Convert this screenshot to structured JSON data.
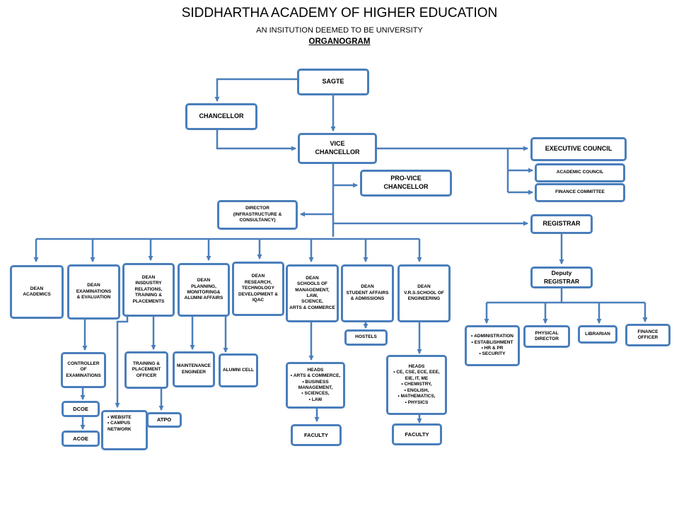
{
  "header": {
    "title": "SIDDHARTHA ACADEMY OF HIGHER EDUCATION",
    "subtitle": "AN INSITUTION DEEMED TO BE UNIVERSITY",
    "label": "ORGANOGRAM"
  },
  "nodes": {
    "sagte": "SAGTE",
    "chancellor": "CHANCELLOR",
    "vice_chancellor": "VICE\nCHANCELLOR",
    "executive_council": "EXECUTIVE  COUNCIL",
    "academic_council": "ACADEMIC  COUNCIL",
    "finance_committee": "FINANCE  COMMITTEE",
    "pro_vice_chancellor": "PRO-VICE\nCHANCELLOR",
    "director_infra": "DIRECTOR\n(INFRASTRUCTURE &\nCONSULTANCY)",
    "registrar": "REGISTRAR",
    "deputy_registrar": "Deputy\nREGISTRAR",
    "dean_academics": "DEAN\nACADEMICS",
    "dean_exams": "DEAN\nEXAMINATIONS\n& EVALUATION",
    "dean_industry": "DEAN\nINSDUSTRY\nRELATIONS,\nTRAINING  &\nPLACEMENTS",
    "dean_planning": "DEAN\nPLANNING,\nMONITORING&\nALUMNI  AFFAIRS",
    "dean_research": "DEAN\nRESEARCH,\nTECHNOLOGY\nDEVELOPMENT  &\nIQAC",
    "dean_schools": "DEAN\nSCHOOLS OF\nMANAGEMENT,\nLAW,\nSCIENCE,\nARTS & COMMERCE",
    "dean_student": "DEAN\nSTUDENT  AFFAIRS\n& ADMISSIONS",
    "dean_vrs": "DEAN\nV.R.S.SCHOOL OF\nENGINEERING",
    "hostels": "HOSTELS",
    "controller_exams": "CONTROLLER\nOF\nEXAMINATIONS",
    "dcoe": "DCOE",
    "acoe": "ACOE",
    "tpo": "TRAINING &\nPLACEMENT\nOFFICER",
    "atpo": "ATPO",
    "maintenance_engineer": "MAINTENANCE\nENGINEER",
    "alumni_cell": "ALUMNI  CELL",
    "physical_director": "PHYSICAL\nDIRECTOR",
    "librarian": "LIBRARIAN",
    "finance_officer": "FINANCE\nOFFICER",
    "faculty_1": "FACULTY",
    "faculty_2": "FACULTY"
  },
  "lists": {
    "website_network": [
      "WEBSITE",
      "CAMPUS NETWORK"
    ],
    "administration": [
      "ADMINISTRATION",
      "ESTABLISHMENT",
      "HR & PR",
      "SECURITY"
    ],
    "heads_1_title": "HEADS",
    "heads_1": [
      "ARTS & COMMERCE,",
      "BUSINESS MANAGEMENT,",
      "SCIENCES,",
      "LAW"
    ],
    "heads_2_title": "HEADS",
    "heads_2_line": "CE,  CSE,  ECE,  EEE,\nEIE,  IT,  ME",
    "heads_2": [
      "CHEMISTRY,",
      "ENGLISH,",
      "MATHEMATICS,",
      "PHYSICS"
    ]
  },
  "colors": {
    "box_border": "#4a7ebb",
    "connector": "#4a7ebb",
    "text": "#000000"
  }
}
